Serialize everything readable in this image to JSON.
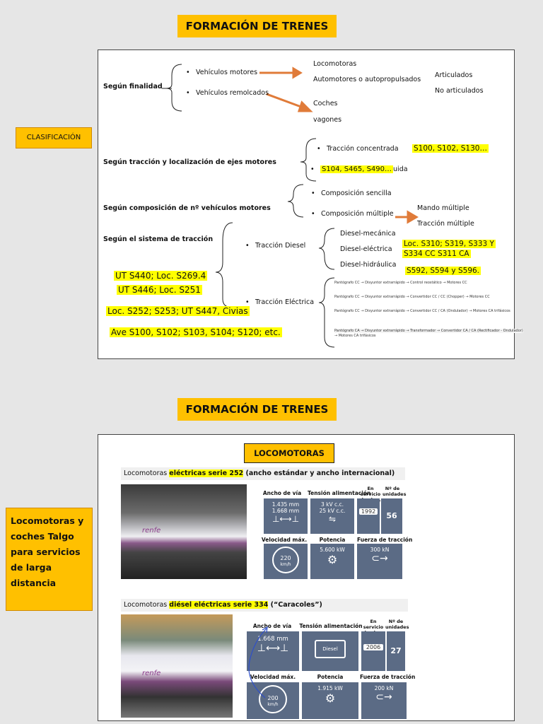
{
  "slide1": {
    "title": "FORMACIÓN DE TRENES",
    "side_label": "CLASIFICACIÓN",
    "finalidad": {
      "label": "Según finalidad",
      "motores": "Vehículos motores",
      "remolcados": "Vehículos remolcados",
      "locomotoras": "Locomotoras",
      "automotores": "Automotores o autopropulsados",
      "articulados": "Articulados",
      "no_articulados": "No articulados",
      "coches": "Coches",
      "vagones": "vagones"
    },
    "traccion_ejes": {
      "label": "Según tracción y localización de ejes motores",
      "concentrada": "Tracción concentrada",
      "concentrada_series": "S100, S102, S130…",
      "distribuida_series": "S104, S465, S490…",
      "distribuida_tail": "uida"
    },
    "composicion": {
      "label": "Según composición de nº vehículos motores",
      "sencilla": "Composición sencilla",
      "multiple": "Composición múltiple",
      "mando": "Mando múltiple",
      "traccion_multiple": "Tracción múltiple"
    },
    "sistema": {
      "label": "Según el sistema de tracción",
      "diesel": "Tracción Diesel",
      "electrica": "Tracción Eléctrica",
      "mecanica": "Diesel-mecánica",
      "electrica_d": "Diesel-eléctrica",
      "hidraulica": "Diesel-hidráulica",
      "electrica_series_1": "Loc. S310; S319, S333 Y",
      "electrica_series_2": "S334 CC   S311 CA",
      "hidraulica_series": "S592, S594 y S596.",
      "left_1": "UT S440; Loc. S269.4",
      "left_2": "UT S446; Loc. S251",
      "left_3": "Loc. S252; S253; UT S447, Civias",
      "left_4": "Ave S100, S102; S103, S104; S120; etc.",
      "chain_1": "Pantógrafo CC → Disyuntor extrarrápido → Control reostático → Motores CC",
      "chain_2": "Pantógrafo CC → Disyuntor extrarrápido → Convertidor CC / CC (Chopper) → Motores CC",
      "chain_3": "Pantógrafo CC → Disyuntor extrarrápido → Convertidor CC / CA (Ondulador) → Motores CA trifásicos",
      "chain_4a": "Pantógrafo CA → Disyuntor extrarrápido → Transformador → Convertidor CA / CA (Rectificador - Ondulador)",
      "chain_4b": "→ Motores CA trifásicos"
    }
  },
  "slide2": {
    "title": "FORMACIÓN DE TRENES",
    "side_label": "Locomotoras y coches Talgo para servicios de larga distancia",
    "box_title": "LOCOMOTORAS",
    "loco252": {
      "head_pre": "Locomotoras ",
      "head_hl": "eléctricas serie 252",
      "head_post": " (ancho estándar y ancho internacional)",
      "ancho_label": "Ancho de vía",
      "ancho_1": "1.435 mm",
      "ancho_2": "1.668 mm",
      "tension_label": "Tensión alimentación",
      "tension_1": "3 kV c.c.",
      "tension_2": "25 kV c.c.",
      "servicio_label": "En servicio desde...",
      "servicio": "1992",
      "unidades_label": "Nº de unidades",
      "unidades": "56",
      "velocidad_label": "Velocidad máx.",
      "velocidad": "220",
      "vel_unit": "km/h",
      "potencia_label": "Potencia",
      "potencia": "5.600 kW",
      "fuerza_label": "Fuerza de tracción",
      "fuerza": "300 kN",
      "photo_text": "renfe"
    },
    "loco334": {
      "head_pre": "Locomotoras ",
      "head_hl": "diésel eléctricas serie 334",
      "head_post": " (“Caracoles”)",
      "ancho_label": "Ancho de vía",
      "ancho_1": "1.668 mm",
      "tension_label": "Tensión alimentación",
      "tension_1": "Diesel",
      "servicio_label": "En servicio desde...",
      "servicio": "2006",
      "unidades_label": "Nº de unidades",
      "unidades": "27",
      "velocidad_label": "Velocidad máx.",
      "velocidad": "200",
      "vel_unit": "km/h",
      "potencia_label": "Potencia",
      "potencia": "1.915 kW",
      "fuerza_label": "Fuerza de tracción",
      "fuerza": "200 kN",
      "photo_text": "renfe"
    }
  },
  "colors": {
    "accent": "#ffc000",
    "highlight": "#ffff00",
    "tile": "#5b6b85",
    "arrow": "#e07b39"
  }
}
